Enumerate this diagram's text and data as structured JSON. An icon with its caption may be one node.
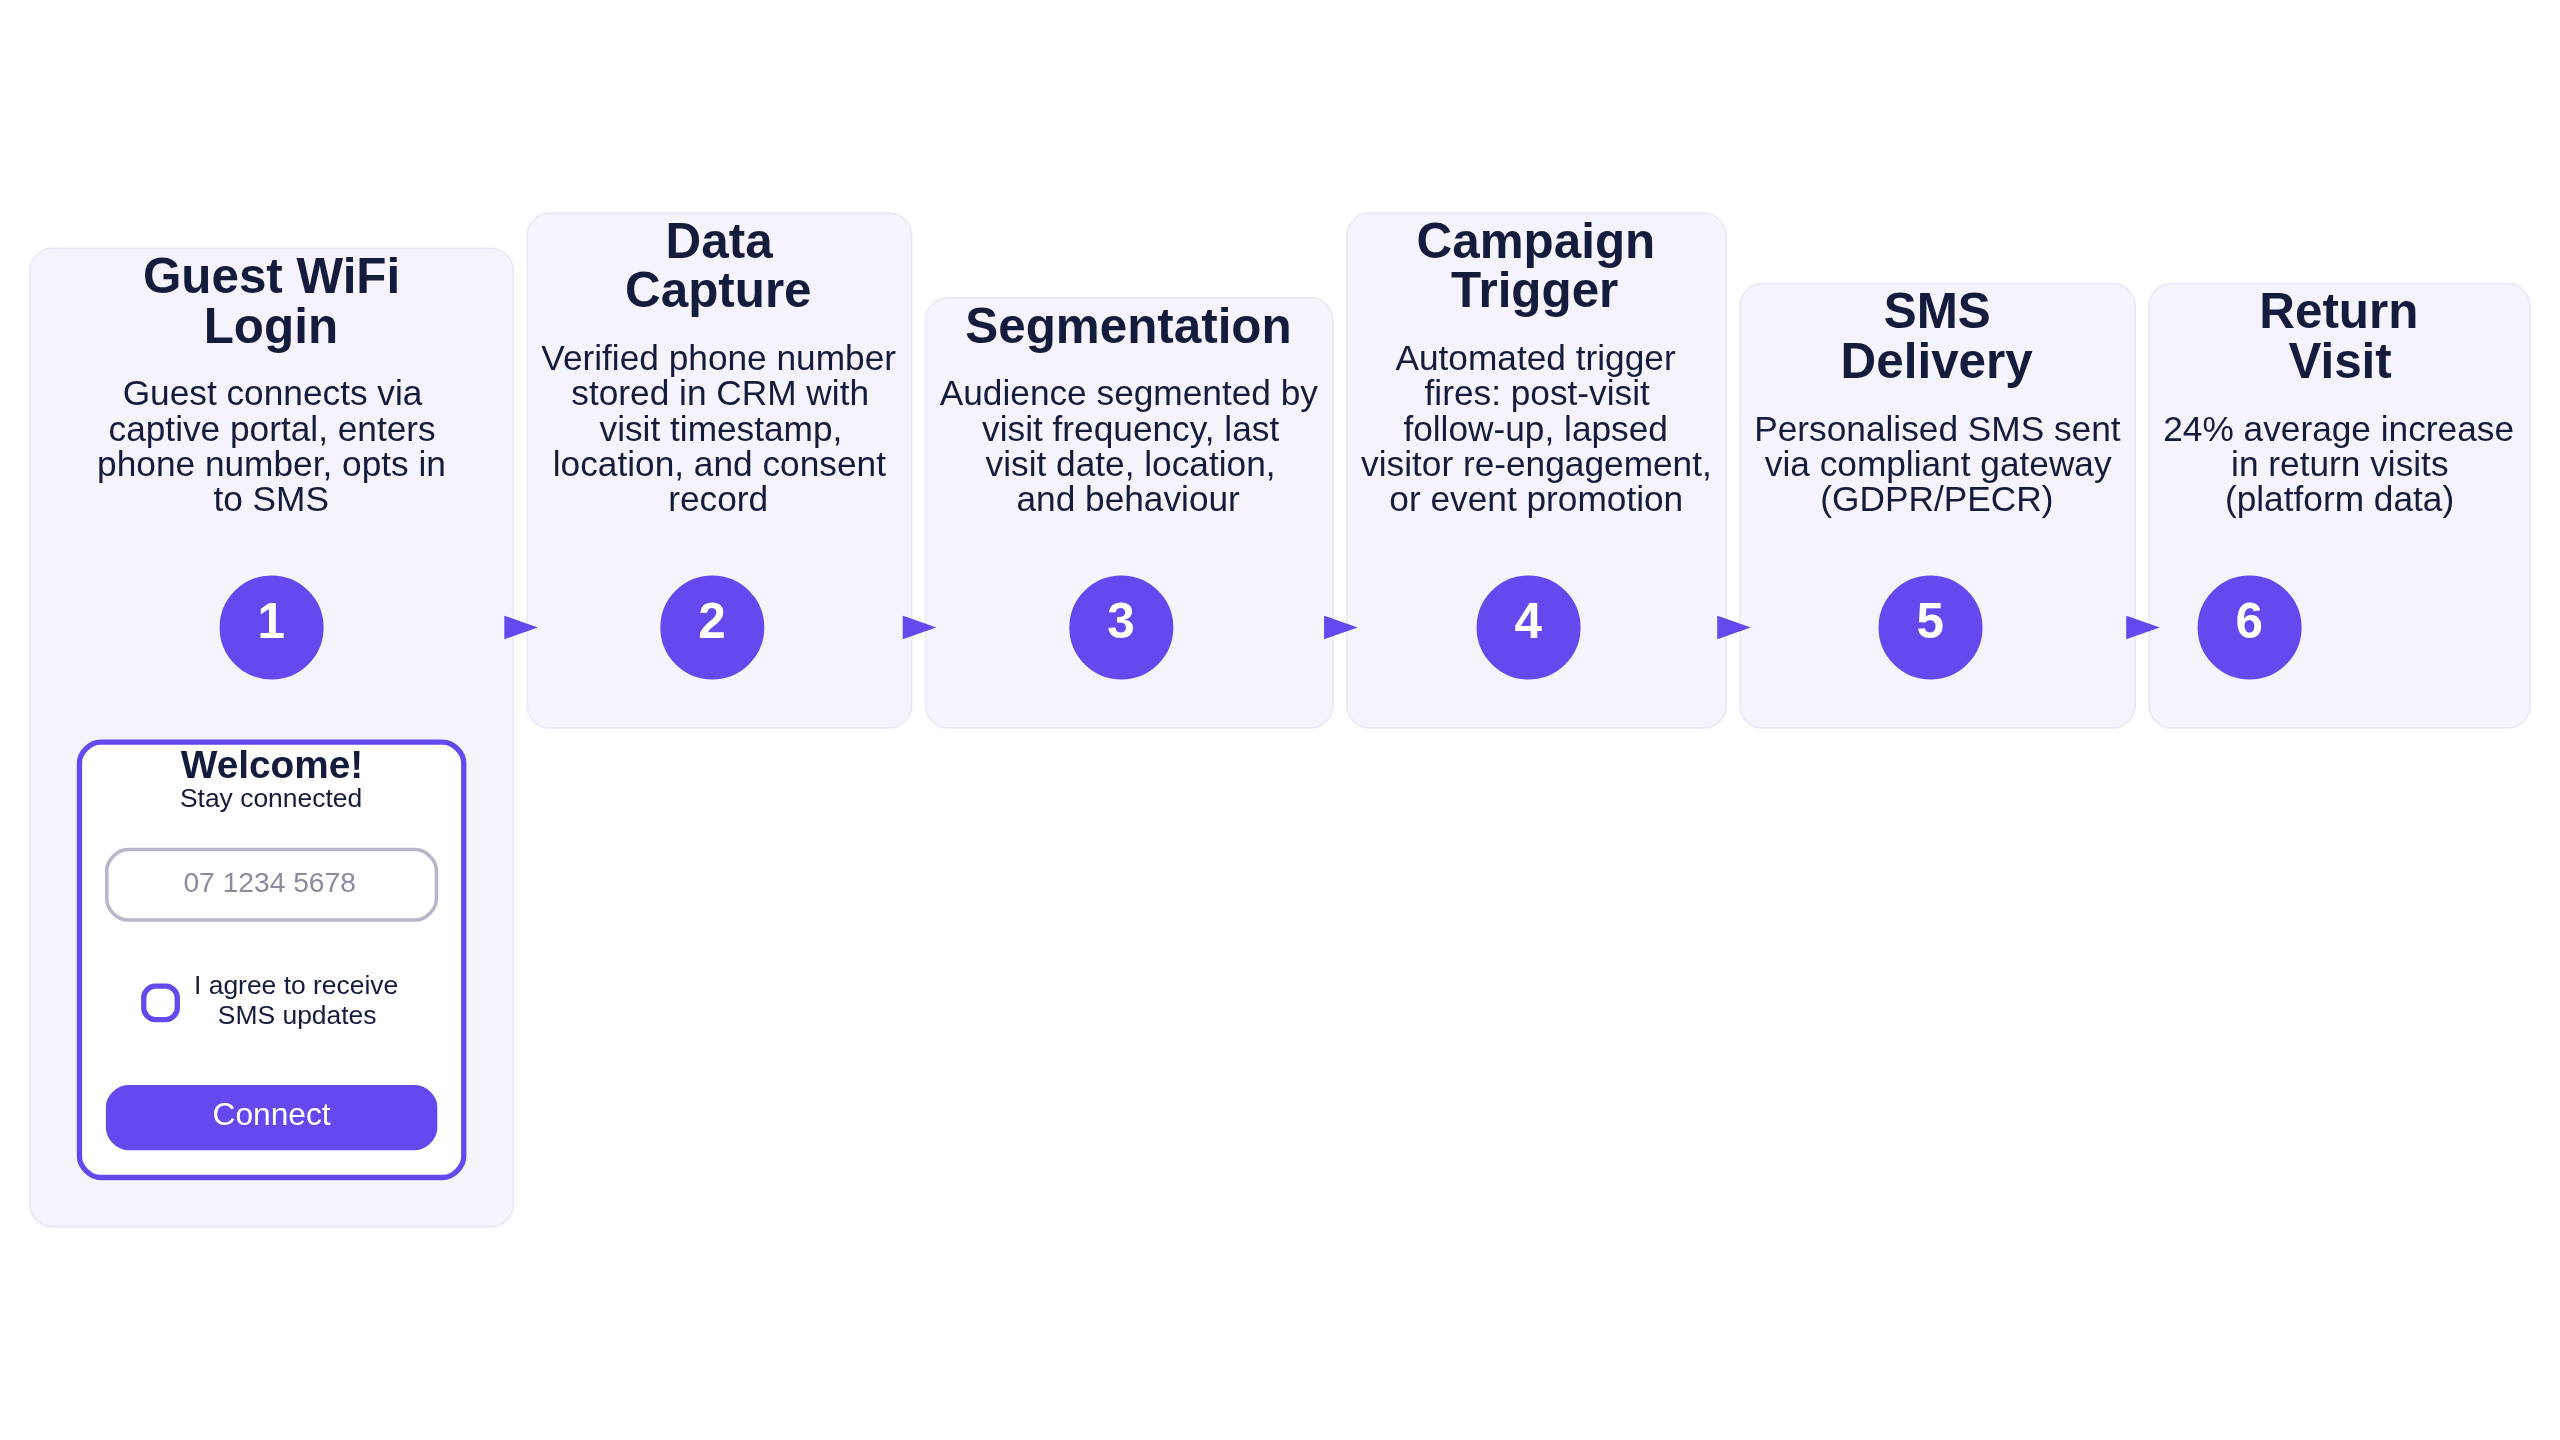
{
  "diagram": {
    "nodes": [
      {
        "text": [
          "Guest WiFi Login",
          "Guest connects via captive portal, enters phone number, opts in to SMS"
        ]
      },
      {
        "text": [
          "1"
        ],
        "in": 0
      },
      {
        "text": [
          "Welcome!",
          "Stay connected"
        ],
        "in": 0
      },
      {
        "text": [
          "07 1234 5678"
        ],
        "in": 2
      },
      {
        "text": [],
        "shape": "box",
        "in": 2,
        "beside": [
          "I agree to receive SMS updates"
        ]
      },
      {
        "text": [
          "Connect"
        ],
        "in": 2
      },
      {
        "text": [
          "Data Capture",
          "Verified phone number stored in CRM with visit timestamp, location, and consent record"
        ]
      },
      {
        "text": [
          "2"
        ],
        "in": 6
      },
      {
        "text": [
          "Segmentation",
          "Audience segmented by visit frequency, last visit date, location, and behaviour"
        ]
      },
      {
        "text": [
          "3"
        ],
        "in": 8
      },
      {
        "text": [
          "Campaign Trigger",
          "Automated trigger fires: post-visit follow-up, lapsed visitor re-engagement, or event promotion"
        ]
      },
      {
        "text": [
          "4"
        ],
        "in": 10
      },
      {
        "text": [
          "SMS Delivery",
          "Personalised SMS sent via compliant gateway (GDPR/PECR)"
        ]
      },
      {
        "text": [
          "5"
        ],
        "in": 12
      },
      {
        "text": [
          "Return Visit",
          "24% average increase in return visits (platform data)"
        ]
      },
      {
        "text": [
          "6"
        ],
        "in": 14
      }
    ],
    "edges": [
      {
        "from": 0,
        "to": 6,
        "arrow": "to"
      },
      {
        "from": 6,
        "to": 8,
        "arrow": "to"
      },
      {
        "from": 8,
        "to": 10,
        "arrow": "to"
      },
      {
        "from": 10,
        "to": 12,
        "arrow": "to"
      },
      {
        "from": 12,
        "to": 14,
        "arrow": "to"
      }
    ]
  }
}
